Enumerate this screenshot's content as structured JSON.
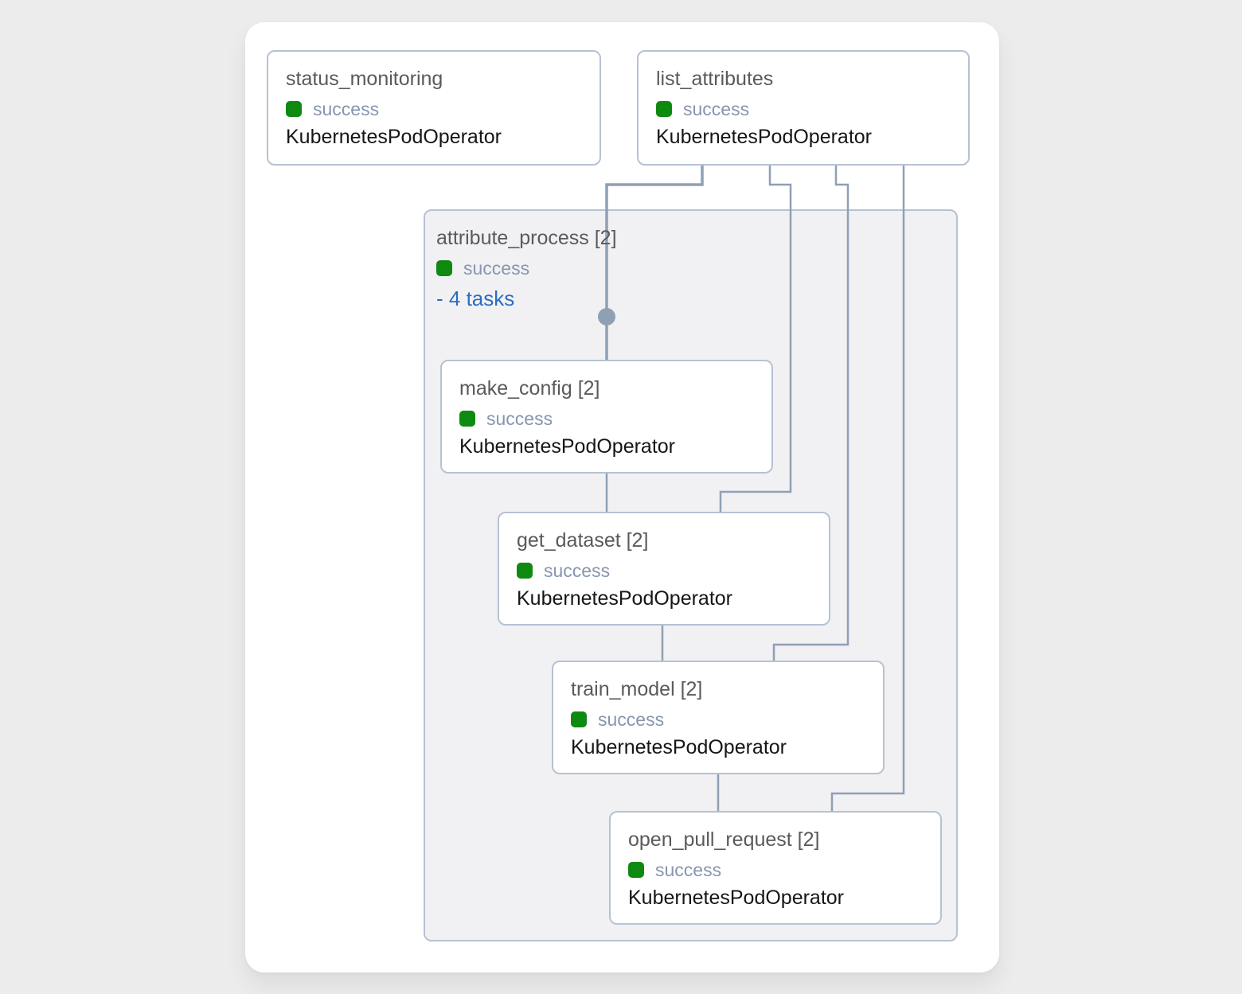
{
  "diagram": {
    "group": {
      "title": "attribute_process [2]",
      "state": "success",
      "tasks_toggle": "- 4 tasks"
    },
    "nodes": [
      {
        "title": "status_monitoring",
        "state": "success",
        "operator": "KubernetesPodOperator"
      },
      {
        "title": "list_attributes",
        "state": "success",
        "operator": "KubernetesPodOperator"
      },
      {
        "title": "make_config [2]",
        "state": "success",
        "operator": "KubernetesPodOperator"
      },
      {
        "title": "get_dataset [2]",
        "state": "success",
        "operator": "KubernetesPodOperator"
      },
      {
        "title": "train_model [2]",
        "state": "success",
        "operator": "KubernetesPodOperator"
      },
      {
        "title": "open_pull_request [2]",
        "state": "success",
        "operator": "KubernetesPodOperator"
      }
    ],
    "colors": {
      "page_bg": "#ececec",
      "card_bg": "#ffffff",
      "group_bg": "#f1f1f3",
      "node_border": "#b6c2d4",
      "edge": "#8fa0b5",
      "success_green": "#0f8a10",
      "state_text": "#8796af",
      "link_blue": "#2b6cc4",
      "title_text": "#595a5c",
      "operator_text": "#161616"
    }
  }
}
